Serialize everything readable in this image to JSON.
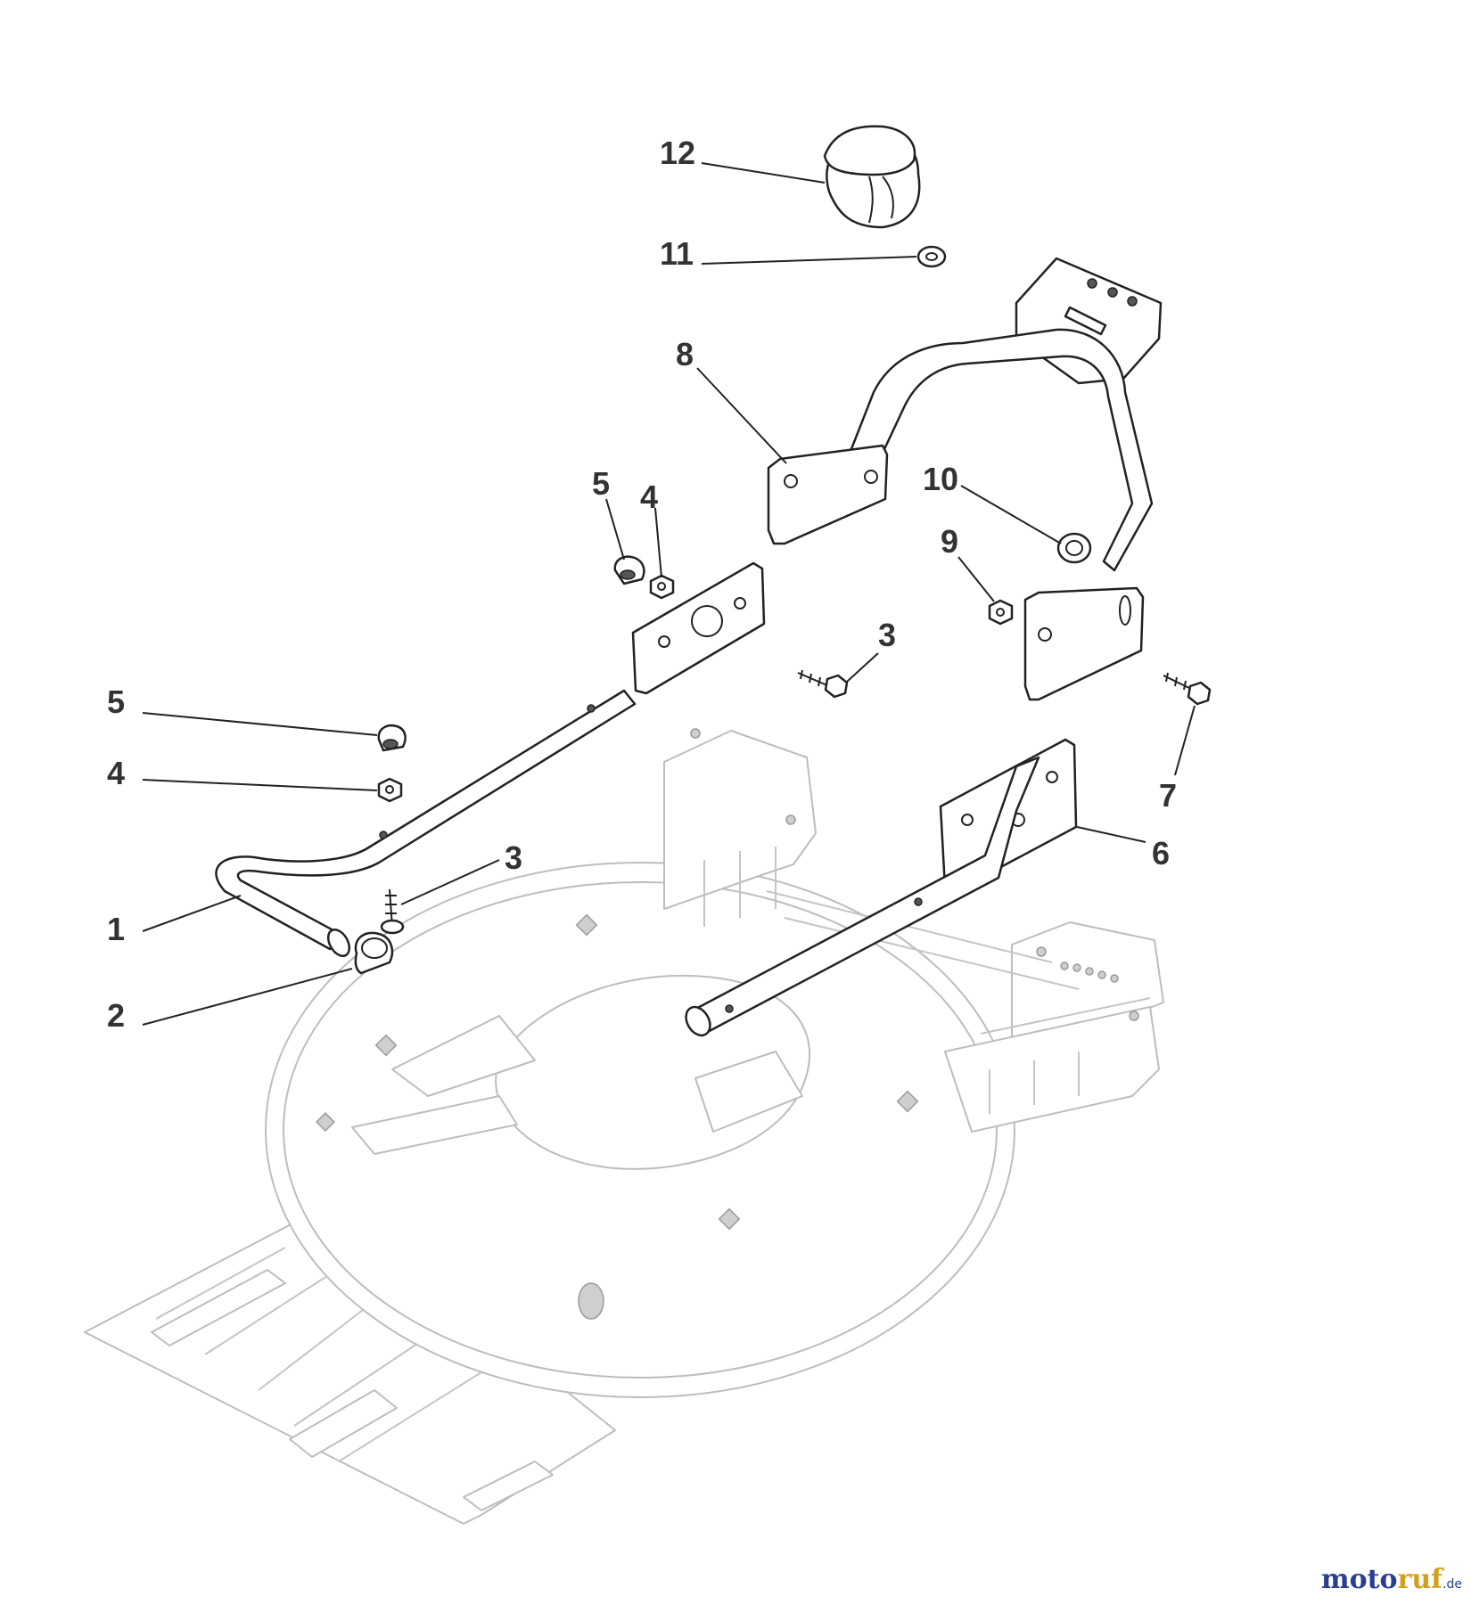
{
  "callouts": [
    {
      "id": "c12",
      "text": "12"
    },
    {
      "id": "c11",
      "text": "11"
    },
    {
      "id": "c8",
      "text": "8"
    },
    {
      "id": "c10",
      "text": "10"
    },
    {
      "id": "c9",
      "text": "9"
    },
    {
      "id": "c5a",
      "text": "5"
    },
    {
      "id": "c4a",
      "text": "4"
    },
    {
      "id": "c3a",
      "text": "3"
    },
    {
      "id": "c5b",
      "text": "5"
    },
    {
      "id": "c4b",
      "text": "4"
    },
    {
      "id": "c3b",
      "text": "3"
    },
    {
      "id": "c1",
      "text": "1"
    },
    {
      "id": "c2",
      "text": "2"
    },
    {
      "id": "c7",
      "text": "7"
    },
    {
      "id": "c6",
      "text": "6"
    }
  ],
  "watermark": {
    "part1": "moto",
    "part2": "ruf",
    "part3": ".de"
  }
}
